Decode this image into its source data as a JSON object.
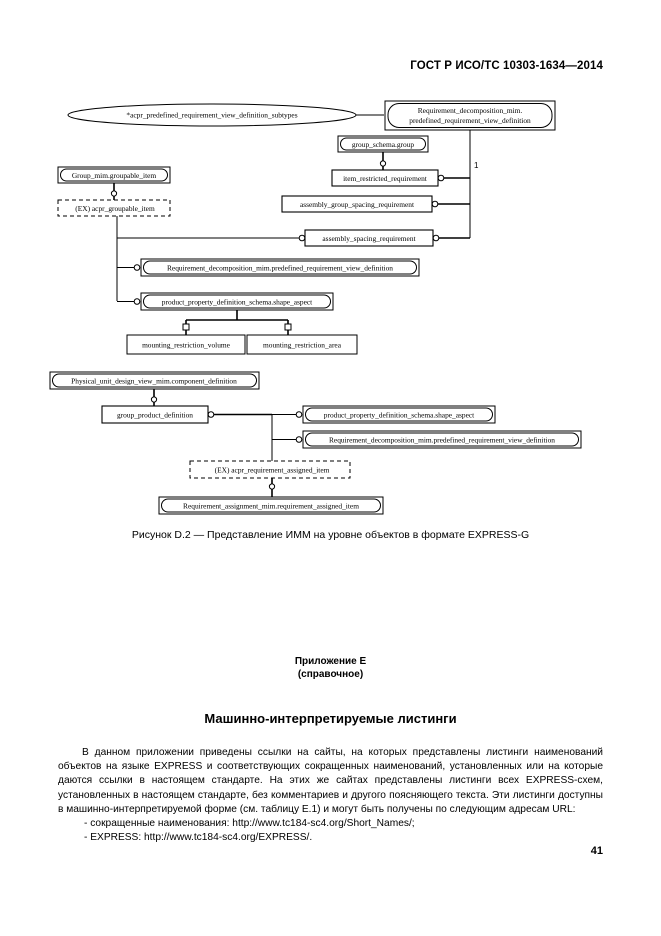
{
  "header": {
    "standard": "ГОСТ Р ИСО/ТС 10303-1634—2014"
  },
  "page_number": "41",
  "figure": {
    "caption": "Рисунок D.2 — Представление ИММ на уровне объектов в формате EXPRESS-G",
    "cardinality_label": "1",
    "nodes": {
      "ellipse_subtypes": "*acpr_predefined_requirement_view_definition_subtypes",
      "req_decomp_top_line1": "Requirement_decomposition_mim.",
      "req_decomp_top_line2": "predefined_requirement_view_definition",
      "group_schema_group": "group_schema.group",
      "item_restricted_requirement": "item_restricted_requirement",
      "assembly_group_spacing_requirement": "assembly_group_spacing_requirement",
      "assembly_spacing_requirement": "assembly_spacing_requirement",
      "group_mim_groupable_item": "Group_mim.groupable_item",
      "ex_acpr_groupable_item": "(EX) acpr_groupable_item",
      "req_decomp_predef_view": "Requirement_decomposition_mim.predefined_requirement_view_definition",
      "product_property_shape_aspect": "product_property_definition_schema.shape_aspect",
      "mounting_restriction_volume": "mounting_restriction_volume",
      "mounting_restriction_area": "mounting_restriction_area",
      "physical_unit_component_definition": "Physical_unit_design_view_mim.component_definition",
      "group_product_definition": "group_product_definition",
      "product_property_shape_aspect_2": "product_property_definition_schema.shape_aspect",
      "req_decomp_predef_view_2": "Requirement_decomposition_mim.predefined_requirement_view_definition",
      "ex_acpr_requirement_assigned_item": "(EX) acpr_requirement_assigned_item",
      "req_assignment_assigned_item": "Requirement_assignment_mim.requirement_assigned_item"
    }
  },
  "appendix": {
    "heading_line1": "Приложение Е",
    "heading_line2": "(справочное)",
    "title": "Машинно-интерпретируемые листинги",
    "paragraph": "В данном приложении приведены ссылки на сайты, на которых представлены листинги наименований объектов на языке EXPRESS и соответствующих сокращенных наименований, установленных или на которые даются ссылки в настоящем стандарте. На этих же сайтах представлены листинги всех EXPRESS-схем, установленных в настоящем стандарте, без комментариев и другого поясняющего текста. Эти листинги доступны в машинно-интерпретируемой форме (см. таблицу Е.1) и могут быть получены по следующим адресам URL:",
    "urls": [
      "- сокращенные наименования: http://www.tc184-sc4.org/Short_Names/;",
      "- EXPRESS: http://www.tc184-sc4.org/EXPRESS/."
    ]
  }
}
